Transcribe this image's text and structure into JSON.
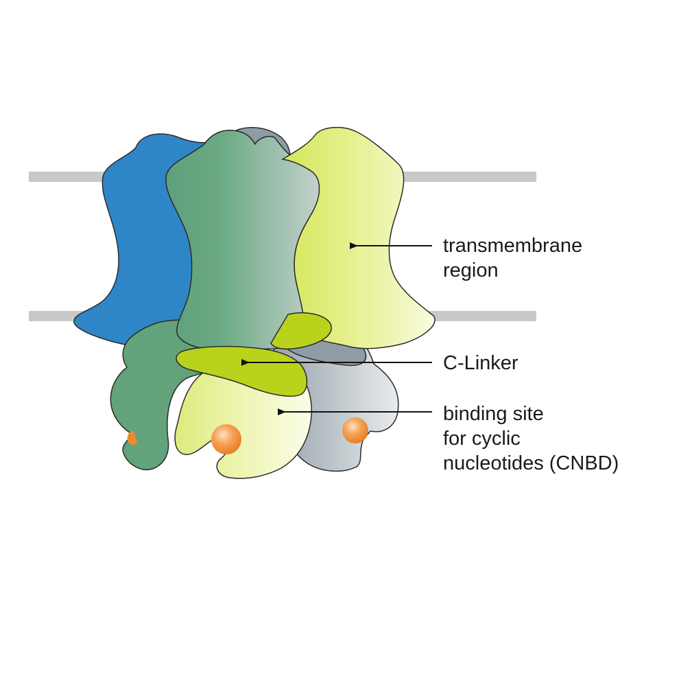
{
  "diagram": {
    "labels": {
      "transmembrane": [
        "transmembrane",
        "region"
      ],
      "c_linker": [
        "C-Linker"
      ],
      "cnbd": [
        "binding site",
        "for cyclic",
        "nucleotides (CNBD)"
      ]
    },
    "colors": {
      "membrane": "#c8c8c8",
      "subunit_blue": "#2f86c6",
      "subunit_green": "#5ea07a",
      "subunit_gray": "#8f9ca5",
      "subunit_lime": "#dbe980",
      "c_linker": "#b9d21c",
      "ligand": "#f29040",
      "outline": "#2a2a2a"
    }
  }
}
